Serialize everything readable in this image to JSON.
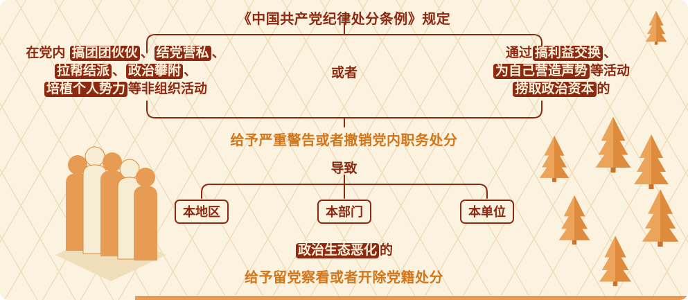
{
  "title": "《中国共产党纪律处分条例》规定",
  "or_label": "或者",
  "left_group": {
    "lines": [
      [
        {
          "t": "在党内 ",
          "h": false
        },
        {
          "t": "搞团团伙伙",
          "h": true
        },
        {
          "t": "、",
          "h": false
        },
        {
          "t": "结党营私",
          "h": true
        },
        {
          "t": "、",
          "h": false
        }
      ],
      [
        {
          "t": "拉帮结派",
          "h": true
        },
        {
          "t": "、",
          "h": false
        },
        {
          "t": "政治攀附",
          "h": true
        },
        {
          "t": "、",
          "h": false
        }
      ],
      [
        {
          "t": "培植个人势力",
          "h": true
        },
        {
          "t": "等非组织活动",
          "h": false
        }
      ]
    ]
  },
  "right_group": {
    "lines": [
      [
        {
          "t": "通过",
          "h": false
        },
        {
          "t": "搞利益交换",
          "h": true
        },
        {
          "t": "、",
          "h": false
        }
      ],
      [
        {
          "t": "为自己营造声势",
          "h": true
        },
        {
          "t": "等活动",
          "h": false
        }
      ],
      [
        {
          "t": "捞取政治资本",
          "h": true
        },
        {
          "t": "的",
          "h": false
        }
      ]
    ]
  },
  "penalty_first": "给予严重警告或者撤销党内职务处分",
  "leads_to": "导致",
  "scopes": [
    "本地区",
    "本部门",
    "本单位"
  ],
  "consequence": {
    "lines": [
      [
        {
          "t": "政治生态恶化",
          "h": true
        },
        {
          "t": "的",
          "h": false
        }
      ]
    ]
  },
  "penalty_second": "给予留党察看或者开除党籍处分",
  "colors": {
    "background": "#FBF3E0",
    "grid_line": "#EFDDBC",
    "dark_red": "#8E2911",
    "highlight_text": "#FBF0D9",
    "orange_text": "#D2761B",
    "tree_orange": "#ECA35A",
    "tree_orange_dark": "#DE8B3E",
    "trunk_brown": "#C9732A",
    "accent_orange": "#E89B52",
    "people_cream": "#F7ECD4",
    "platform_sand": "#F1DFBB"
  }
}
